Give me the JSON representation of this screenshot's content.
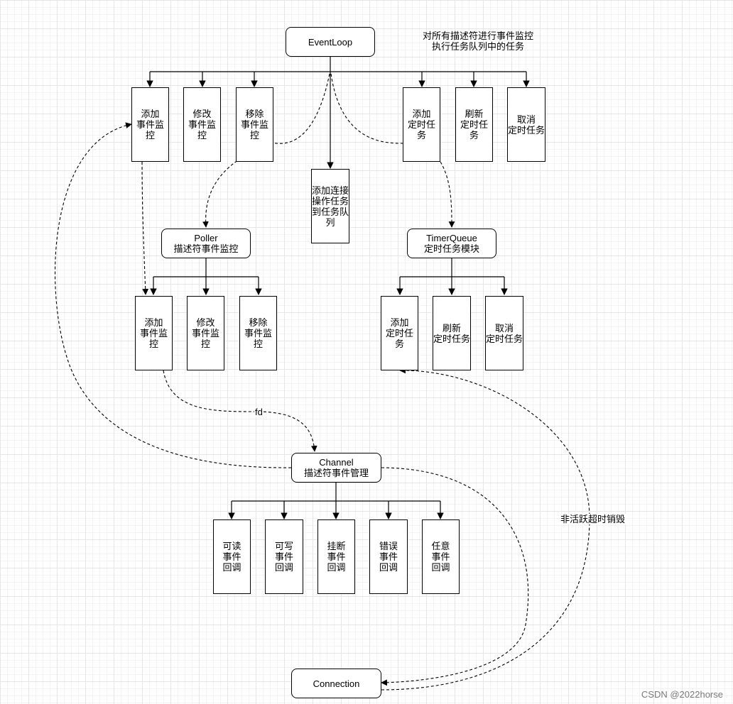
{
  "nodes": {
    "eventloop": "EventLoop",
    "eventloop_note": "对所有描述符进行事件监控\n执行任务队列中的任务",
    "el_add_monitor": "添加\n事件监控",
    "el_mod_monitor": "修改\n事件监控",
    "el_del_monitor": "移除\n事件监控",
    "el_add_conn_task": "添加连接\n操作任务\n到任务队\n列",
    "el_add_timer": "添加\n定时任务",
    "el_refresh_timer": "刷新\n定时任务",
    "el_cancel_timer": "取消\n定时任务",
    "poller": "Poller\n描述符事件监控",
    "p_add_monitor": "添加\n事件监控",
    "p_mod_monitor": "修改\n事件监控",
    "p_del_monitor": "移除\n事件监控",
    "timerqueue": "TimerQueue\n定时任务模块",
    "tq_add": "添加\n定时任务",
    "tq_refresh": "刷新\n定时任务",
    "tq_cancel": "取消\n定时任务",
    "channel": "Channel\n描述符事件管理",
    "ch_read": "可读\n事件\n回调",
    "ch_write": "可写\n事件\n回调",
    "ch_hangup": "挂断\n事件\n回调",
    "ch_error": "错误\n事件\n回调",
    "ch_any": "任意\n事件\n回调",
    "connection": "Connection"
  },
  "edge_labels": {
    "fd": "fd",
    "inactive_timeout": "非活跃超时销毁"
  },
  "watermark": "CSDN @2022horse",
  "colors": {
    "stroke": "#000000",
    "grid": "#e6e6e6",
    "watermark": "#7a7a7a"
  }
}
